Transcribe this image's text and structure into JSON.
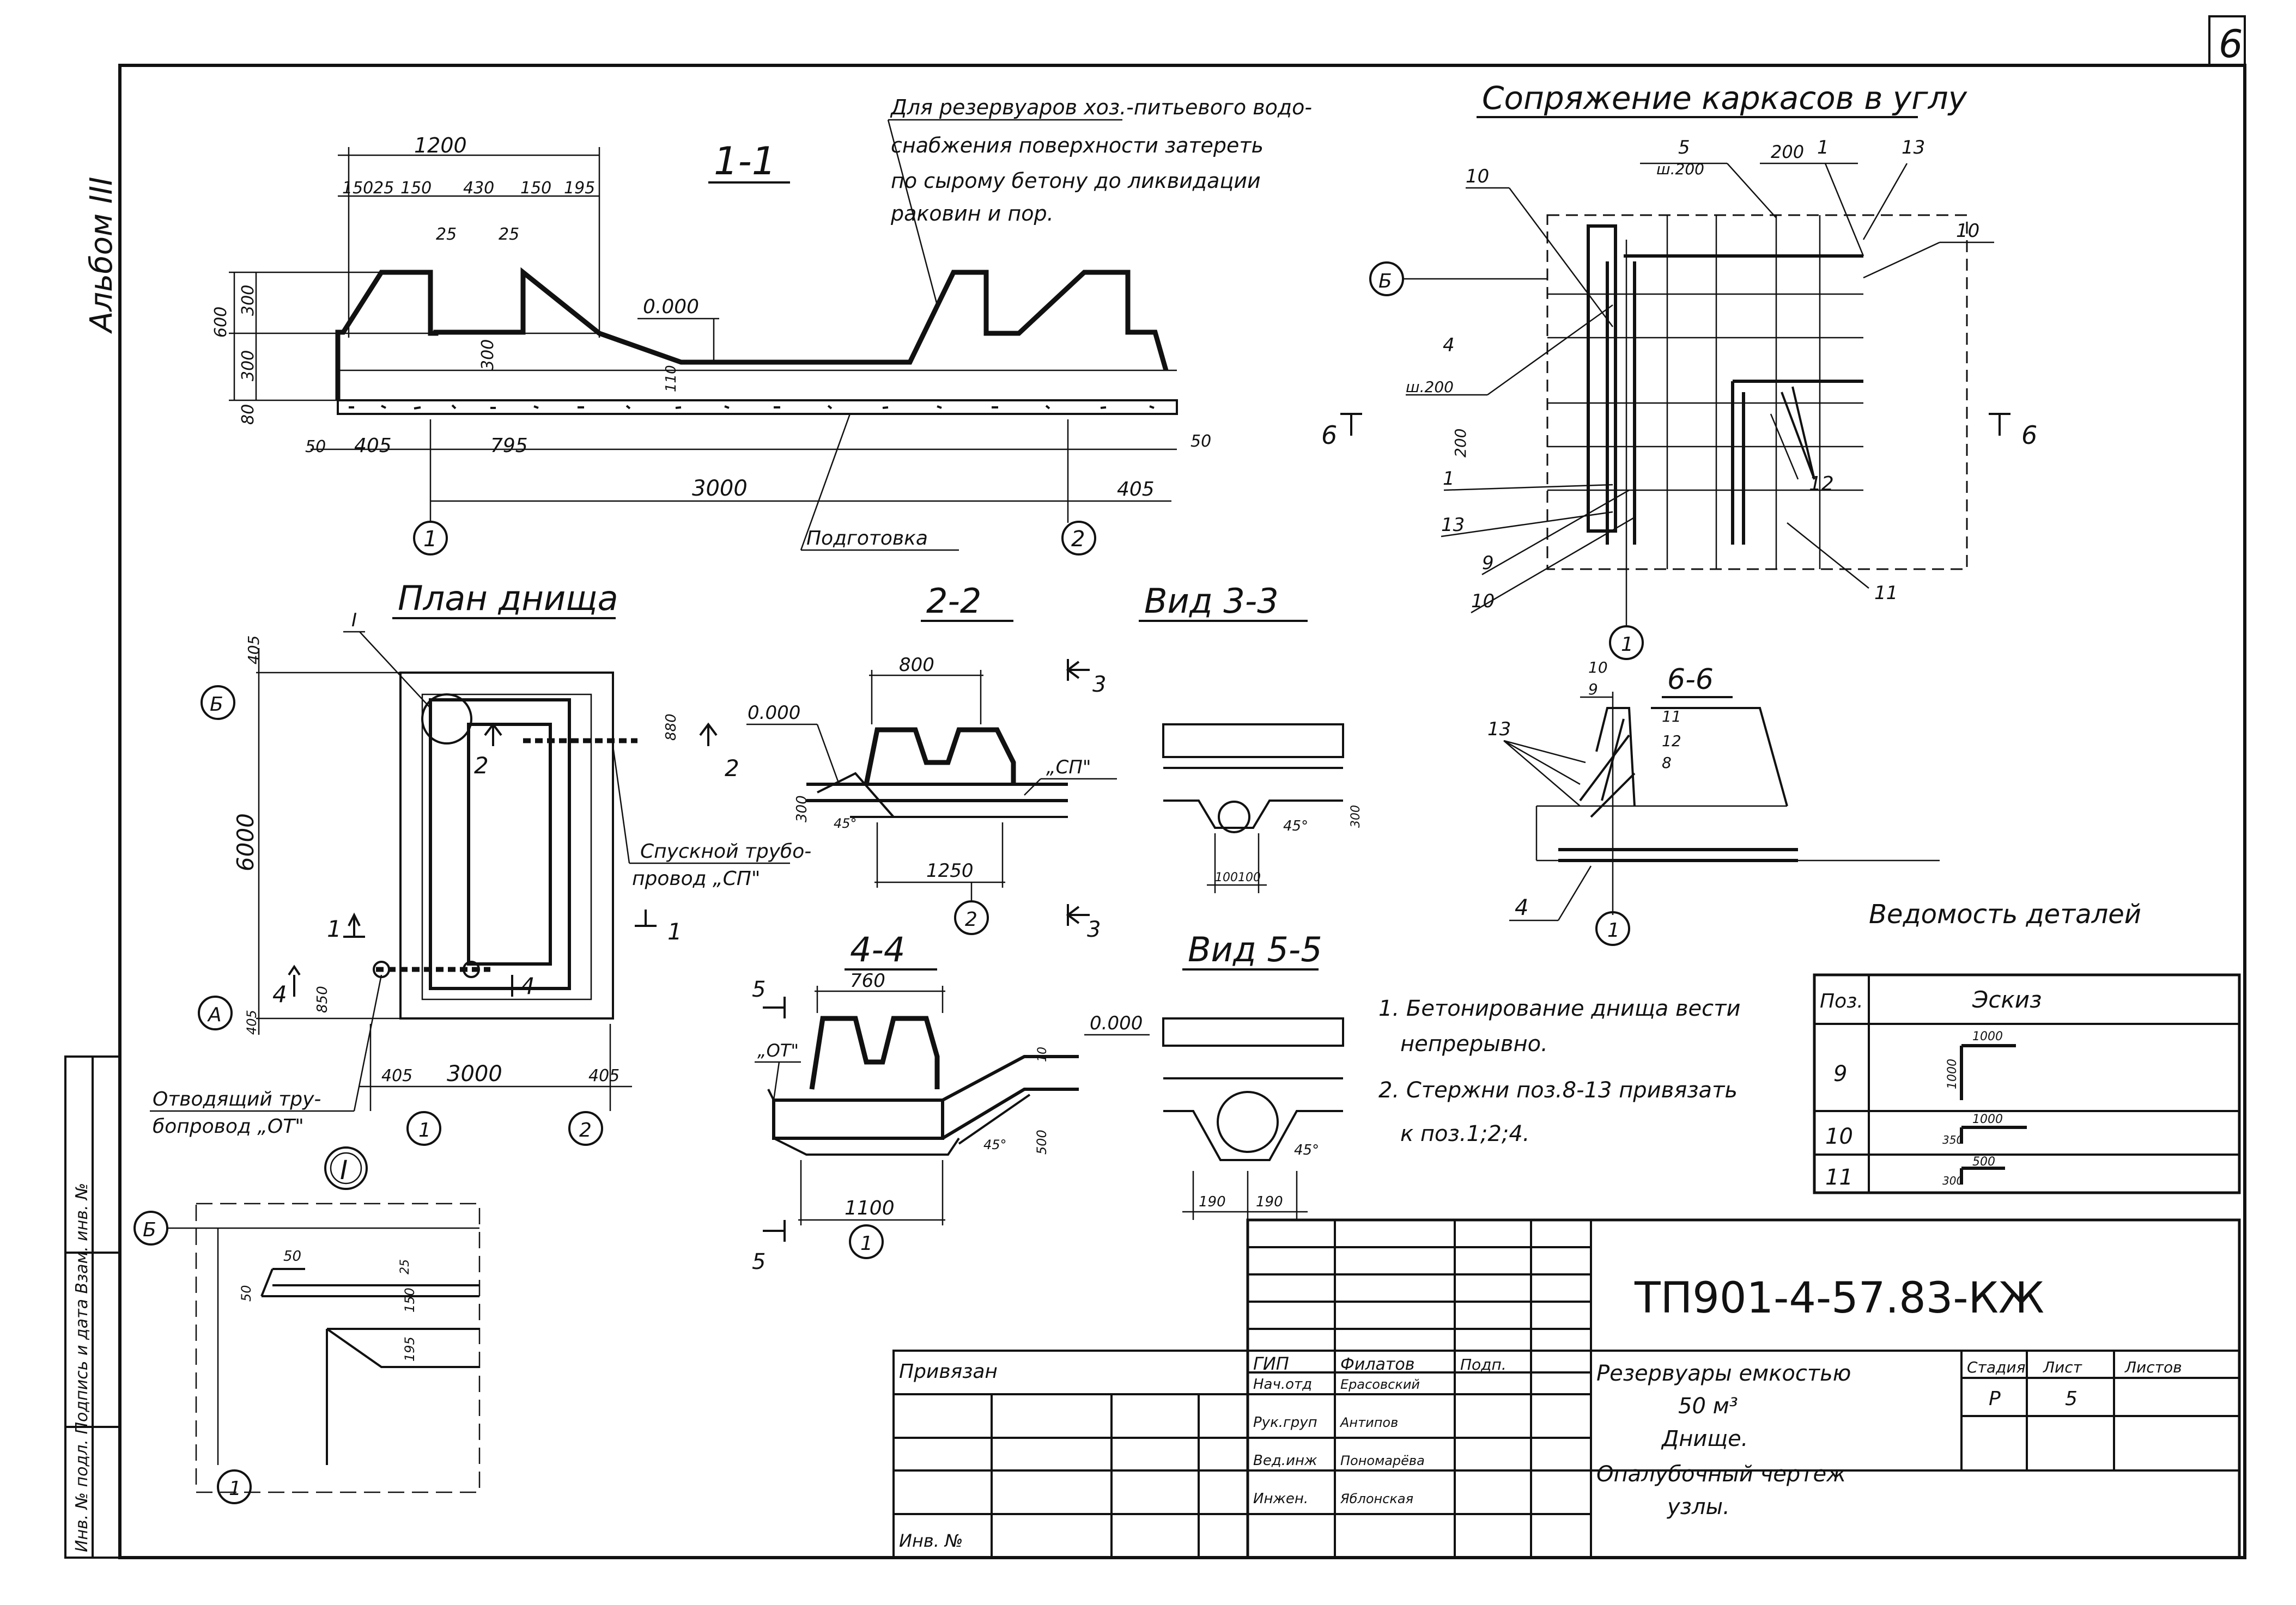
{
  "sheet_corner": "6",
  "album": "Альбом III",
  "side_stamp": "Инв. № подл.   Подпись и дата   Взам. инв. №",
  "views": {
    "v11": {
      "title": "1-1",
      "dims": {
        "d1200": "1200",
        "d150a": "150",
        "d25": "25",
        "d150b": "150",
        "d430": "430",
        "d150c": "150",
        "d195": "195",
        "d25b": "25",
        "d25c": "25",
        "d600": "600",
        "d300a": "300",
        "d300b": "300",
        "d300c": "300",
        "d80": "80",
        "d110": "110",
        "d50a": "50",
        "d405a": "405",
        "d795": "795",
        "d3000": "3000",
        "d405b": "405",
        "d50b": "50"
      },
      "level": "0.000",
      "prep": "Подготовка",
      "axis1": "1",
      "axis2": "2"
    },
    "note": [
      "Для резервуаров хоз.-питьевого водо-",
      "снабжения поверхности затереть",
      "по сырому бетону до ликвидации",
      "раковин и пор."
    ],
    "corner": {
      "title": "Сопряжение каркасов в углу",
      "labels": {
        "l5": "5",
        "l5b": "ш.200",
        "l200": "200",
        "l1": "1",
        "l13": "13",
        "l10a": "10",
        "l10b": "10",
        "l4": "4",
        "l4b": "ш.200",
        "l200b": "200",
        "l1b": "1",
        "l13b": "13",
        "l9": "9",
        "l10c": "10",
        "l12": "12",
        "l11": "11"
      },
      "axisB": "Б",
      "axis1": "1",
      "sec6a": "6",
      "sec6b": "6"
    },
    "plan": {
      "title": "План днища",
      "mark": "I",
      "dims": {
        "d405": "405",
        "d6000": "6000",
        "d880": "880",
        "d850": "850",
        "d405b": "405",
        "d405c": "405",
        "d3000": "3000",
        "d405d": "405"
      },
      "axisB": "Б",
      "axisA": "А",
      "axis1": "1",
      "axis2": "2",
      "sec2a": "2",
      "sec2b": "2",
      "sec1a": "1",
      "sec1b": "1",
      "sec4a": "4",
      "sec4b": "4",
      "drain": [
        "Спускной трубо-",
        "провод „СП\""
      ],
      "outlet": [
        "Отводящий тру-",
        "бопровод „ОТ\""
      ]
    },
    "v22": {
      "title": "2-2",
      "d800": "800",
      "d300": "300",
      "d1250": "1250",
      "a45": "45°",
      "level": "0.000",
      "sp": "„СП\"",
      "axis": "2",
      "sec3a": "3",
      "sec3b": "3"
    },
    "v33": {
      "title": "Вид 3-3",
      "d100a": "100",
      "d100b": "100",
      "a45": "45°",
      "d300": "300"
    },
    "v44": {
      "title": "4-4",
      "d760": "760",
      "d1100": "1100",
      "d10": "10",
      "d500": "500",
      "a45": "45°",
      "level": "0.000",
      "ot": "„ОТ\"",
      "axis": "1",
      "sec5a": "5",
      "sec5b": "5"
    },
    "v55": {
      "title": "Вид 5-5",
      "d190a": "190",
      "d190b": "190",
      "a45": "45°"
    },
    "v66": {
      "title": "6-6",
      "labels": {
        "l10": "10",
        "l9": "9",
        "l11": "11",
        "l12": "12",
        "l8": "8",
        "l13": "13",
        "l4": "4"
      },
      "axis": "1"
    },
    "detail": {
      "mark": "I",
      "axisB": "Б",
      "axis1": "1",
      "d50a": "50",
      "d50b": "50",
      "d25": "25",
      "d150": "150",
      "d195": "195"
    }
  },
  "notes": [
    "1. Бетонирование днища вести",
    "непрерывно.",
    "2. Стержни поз.8-13 привязать",
    "к поз.1;2;4."
  ],
  "schedule": {
    "title": "Ведомость деталей",
    "col_pos": "Поз.",
    "col_sketch": "Эскиз",
    "rows": [
      {
        "pos": "9",
        "a": "1000",
        "b": "1000"
      },
      {
        "pos": "10",
        "a": "350",
        "b": "1000"
      },
      {
        "pos": "11",
        "a": "300",
        "b": "500"
      }
    ]
  },
  "stamp": {
    "code": "ТП901-4-57.83-КЖ",
    "tied": "Привязан",
    "inv": "Инв. №",
    "roles": [
      "ГИП",
      "Нач.отд",
      "Рук.груп",
      "Вед.инж",
      "Инжен."
    ],
    "names": [
      "Филатов",
      "Ерасовский",
      "Антипов",
      "Пономарёва",
      "Яблонская"
    ],
    "col_sign": "Подп.",
    "title1": [
      "Резервуары емкостью",
      "50 м³"
    ],
    "title2": [
      "Днище.",
      "Опалубочный чертеж",
      "узлы."
    ],
    "stage_h": "Стадия",
    "sheet_h": "Лист",
    "sheets_h": "Листов",
    "stage": "Р",
    "sheet": "5"
  }
}
